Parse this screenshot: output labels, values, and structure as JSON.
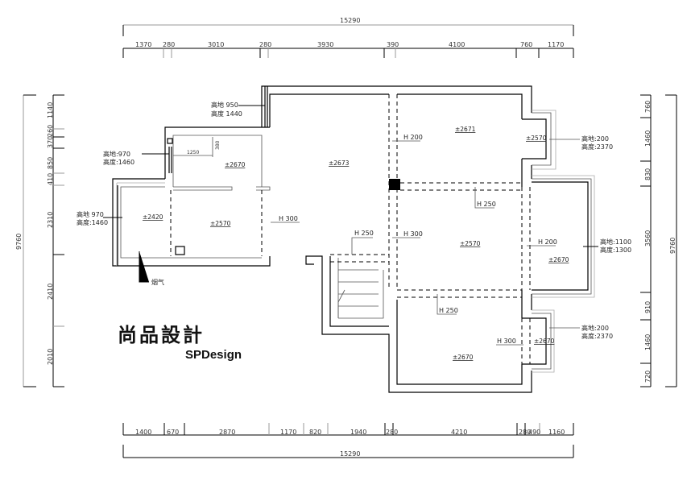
{
  "dimensions": {
    "top_total": "15290",
    "top_segments": [
      "1370",
      "280",
      "3010",
      "280",
      "3930",
      "390",
      "4100",
      "760",
      "1170"
    ],
    "bottom_segments": [
      "1400",
      "670",
      "2870",
      "1170",
      "820",
      "1940",
      "280",
      "4210",
      "280",
      "490",
      "1160"
    ],
    "bottom_total": "15290",
    "left_total": "9760",
    "left_segments": [
      "1140",
      "260",
      "370",
      "850",
      "410",
      "2310",
      "2410",
      "2010"
    ],
    "right_segments": [
      "760",
      "1460",
      "830",
      "3560",
      "910",
      "1460",
      "720"
    ],
    "right_total": "9760"
  },
  "annotations": {
    "window_top": {
      "sill": "高地 950",
      "height": "高度 1440"
    },
    "window_upper_left": {
      "sill": "高地:970",
      "height": "高度:1460"
    },
    "window_left": {
      "sill": "高地 970",
      "height": "高度:1460"
    },
    "window_right_top": {
      "sill": "高地:200",
      "height": "高度:2370"
    },
    "window_right_mid": {
      "sill": "高地:1100",
      "height": "高度:1300"
    },
    "window_right_bottom": {
      "sill": "高地:200",
      "height": "高度:2370"
    },
    "small_1250": "1250",
    "small_380": "380",
    "flue": "烟气"
  },
  "elevations": {
    "upper_left_room": "±2670",
    "left_room": "±2420",
    "left_mid_room": "±2570",
    "center_room": "±2673",
    "upper_right_room": "±2671",
    "right_top_bay": "±2570",
    "right_mid_room": "±2570",
    "right_mid_bay": "±2670",
    "right_bottom_bay": "±2670",
    "bottom_right_room": "±2670"
  },
  "beams": {
    "left_h300": "H 300",
    "stair_h250": "H 250",
    "top_h200": "H 200",
    "mid_h250": "H 250",
    "center_h300": "H 300",
    "right_h200": "H 200",
    "lower_h250": "H 250",
    "bottom_h300": "H 300"
  },
  "logo": {
    "cn": "尚品設計",
    "en": "SPDesign"
  }
}
